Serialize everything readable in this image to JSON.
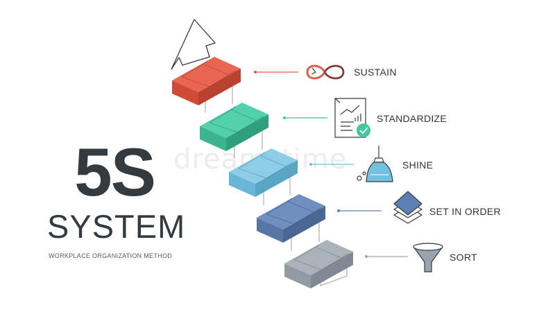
{
  "heading": {
    "big": "5S",
    "system": "SYSTEM",
    "subtitle": "WORKPLACE ORGANIZATION METHOD"
  },
  "steps": [
    {
      "label": "SUSTAIN",
      "icon": "infinity-arrows-icon",
      "color": "#e35b45"
    },
    {
      "label": "STANDARDIZE",
      "icon": "document-checkmark-icon",
      "color": "#3fc79e"
    },
    {
      "label": "SHINE",
      "icon": "broom-icon",
      "color": "#73c1e0"
    },
    {
      "label": "SET IN ORDER",
      "icon": "stacked-layers-icon",
      "color": "#5d7fb1"
    },
    {
      "label": "SORT",
      "icon": "funnel-icon",
      "color": "#9aa4ac"
    }
  ],
  "watermark": "dreamstime"
}
